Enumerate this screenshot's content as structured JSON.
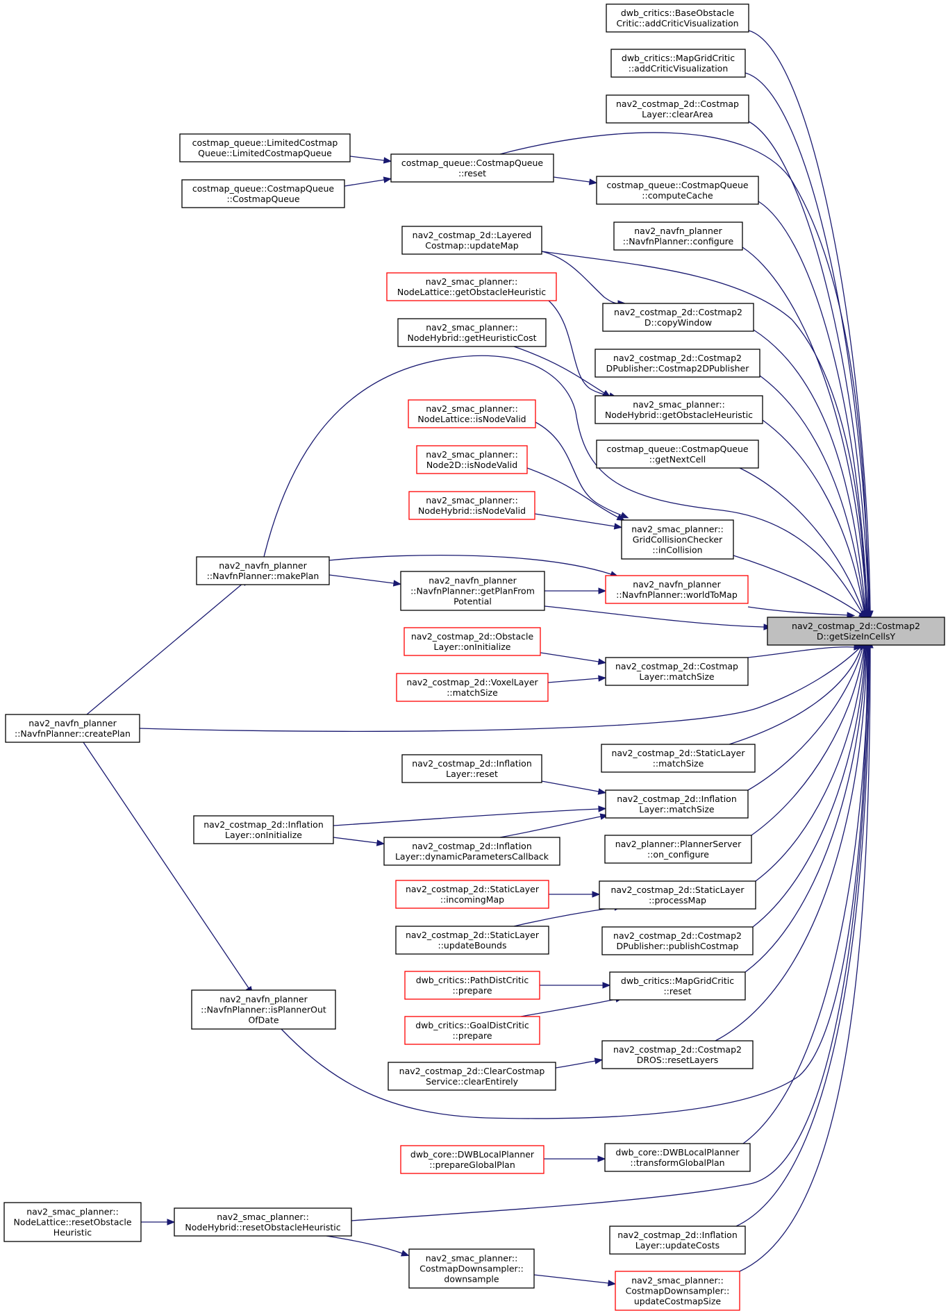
{
  "colors": {
    "edge": "#191970",
    "border_normal": "#000000",
    "border_truncated": "#ff0000",
    "target_fill": "#bfbfbf"
  },
  "nodes": [
    {
      "id": "target",
      "lines": [
        "nav2_costmap_2d::Costmap2",
        "D::getSizeInCellsY"
      ],
      "style": "target"
    },
    {
      "id": "n_base_obstacle",
      "lines": [
        "dwb_critics::BaseObstacle",
        "Critic::addCriticVisualization"
      ],
      "style": "normal"
    },
    {
      "id": "n_mapgrid_addviz",
      "lines": [
        "dwb_critics::MapGridCritic",
        "::addCriticVisualization"
      ],
      "style": "normal"
    },
    {
      "id": "n_cl_cleararea",
      "lines": [
        "nav2_costmap_2d::Costmap",
        "Layer::clearArea"
      ],
      "style": "normal"
    },
    {
      "id": "n_cq_computecache",
      "lines": [
        "costmap_queue::CostmapQueue",
        "::computeCache"
      ],
      "style": "normal"
    },
    {
      "id": "n_navfn_configure",
      "lines": [
        "nav2_navfn_planner",
        "::NavfnPlanner::configure"
      ],
      "style": "normal"
    },
    {
      "id": "n_copywindow",
      "lines": [
        "nav2_costmap_2d::Costmap2",
        "D::copyWindow"
      ],
      "style": "normal"
    },
    {
      "id": "n_c2dpublisher",
      "lines": [
        "nav2_costmap_2d::Costmap2",
        "DPublisher::Costmap2DPublisher"
      ],
      "style": "normal"
    },
    {
      "id": "n_nh_getobsheur",
      "lines": [
        "nav2_smac_planner::",
        "NodeHybrid::getObstacleHeuristic"
      ],
      "style": "normal"
    },
    {
      "id": "n_cq_getnextcell",
      "lines": [
        "costmap_queue::CostmapQueue",
        "::getNextCell"
      ],
      "style": "normal"
    },
    {
      "id": "n_gcc_incollision",
      "lines": [
        "nav2_smac_planner::",
        "GridCollisionChecker",
        "::inCollision"
      ],
      "style": "normal"
    },
    {
      "id": "n_worldtomap",
      "lines": [
        "nav2_navfn_planner",
        "::NavfnPlanner::worldToMap"
      ],
      "style": "truncated"
    },
    {
      "id": "n_cl_matchsize",
      "lines": [
        "nav2_costmap_2d::Costmap",
        "Layer::matchSize"
      ],
      "style": "normal"
    },
    {
      "id": "n_sl_matchsize",
      "lines": [
        "nav2_costmap_2d::StaticLayer",
        "::matchSize"
      ],
      "style": "normal"
    },
    {
      "id": "n_il_matchsize",
      "lines": [
        "nav2_costmap_2d::Inflation",
        "Layer::matchSize"
      ],
      "style": "normal"
    },
    {
      "id": "n_ps_onconfigure",
      "lines": [
        "nav2_planner::PlannerServer",
        "::on_configure"
      ],
      "style": "normal"
    },
    {
      "id": "n_sl_processmap",
      "lines": [
        "nav2_costmap_2d::StaticLayer",
        "::processMap"
      ],
      "style": "normal"
    },
    {
      "id": "n_c2dp_publish",
      "lines": [
        "nav2_costmap_2d::Costmap2",
        "DPublisher::publishCostmap"
      ],
      "style": "normal"
    },
    {
      "id": "n_mgc_reset",
      "lines": [
        "dwb_critics::MapGridCritic",
        "::reset"
      ],
      "style": "normal"
    },
    {
      "id": "n_c2dros_resetlayers",
      "lines": [
        "nav2_costmap_2d::Costmap2",
        "DROS::resetLayers"
      ],
      "style": "normal"
    },
    {
      "id": "n_dwb_transform",
      "lines": [
        "dwb_core::DWBLocalPlanner",
        "::transformGlobalPlan"
      ],
      "style": "normal"
    },
    {
      "id": "n_il_updatecosts",
      "lines": [
        "nav2_costmap_2d::Inflation",
        "Layer::updateCosts"
      ],
      "style": "normal"
    },
    {
      "id": "n_cd_updatecostmapsize",
      "lines": [
        "nav2_smac_planner::",
        "CostmapDownsampler::",
        "updateCostmapSize"
      ],
      "style": "truncated"
    },
    {
      "id": "n_cq_reset",
      "lines": [
        "costmap_queue::CostmapQueue",
        "::reset"
      ],
      "style": "normal"
    },
    {
      "id": "n_lcq_ctor",
      "lines": [
        "costmap_queue::LimitedCostmap",
        "Queue::LimitedCostmapQueue"
      ],
      "style": "normal"
    },
    {
      "id": "n_cq_ctor",
      "lines": [
        "costmap_queue::CostmapQueue",
        "::CostmapQueue"
      ],
      "style": "normal"
    },
    {
      "id": "n_lc_updatemap",
      "lines": [
        "nav2_costmap_2d::Layered",
        "Costmap::updateMap"
      ],
      "style": "normal"
    },
    {
      "id": "n_nl_getobsheur",
      "lines": [
        "nav2_smac_planner::",
        "NodeLattice::getObstacleHeuristic"
      ],
      "style": "truncated"
    },
    {
      "id": "n_nh_getheurcost",
      "lines": [
        "nav2_smac_planner::",
        "NodeHybrid::getHeuristicCost"
      ],
      "style": "normal"
    },
    {
      "id": "n_nl_isnodevalid",
      "lines": [
        "nav2_smac_planner::",
        "NodeLattice::isNodeValid"
      ],
      "style": "truncated"
    },
    {
      "id": "n_n2d_isnodevalid",
      "lines": [
        "nav2_smac_planner::",
        "Node2D::isNodeValid"
      ],
      "style": "truncated"
    },
    {
      "id": "n_nh_isnodevalid",
      "lines": [
        "nav2_smac_planner::",
        "NodeHybrid::isNodeValid"
      ],
      "style": "truncated"
    },
    {
      "id": "n_makeplan",
      "lines": [
        "nav2_navfn_planner",
        "::NavfnPlanner::makePlan"
      ],
      "style": "normal"
    },
    {
      "id": "n_getplanfrompotential",
      "lines": [
        "nav2_navfn_planner",
        "::NavfnPlanner::getPlanFrom",
        "Potential"
      ],
      "style": "normal"
    },
    {
      "id": "n_ol_oninitialize",
      "lines": [
        "nav2_costmap_2d::Obstacle",
        "Layer::onInitialize"
      ],
      "style": "truncated"
    },
    {
      "id": "n_vl_matchsize",
      "lines": [
        "nav2_costmap_2d::VoxelLayer",
        "::matchSize"
      ],
      "style": "truncated"
    },
    {
      "id": "n_createplan",
      "lines": [
        "nav2_navfn_planner",
        "::NavfnPlanner::createPlan"
      ],
      "style": "normal"
    },
    {
      "id": "n_il_reset",
      "lines": [
        "nav2_costmap_2d::Inflation",
        "Layer::reset"
      ],
      "style": "normal"
    },
    {
      "id": "n_il_oninitialize",
      "lines": [
        "nav2_costmap_2d::Inflation",
        "Layer::onInitialize"
      ],
      "style": "normal"
    },
    {
      "id": "n_il_dynparams",
      "lines": [
        "nav2_costmap_2d::Inflation",
        "Layer::dynamicParametersCallback"
      ],
      "style": "normal"
    },
    {
      "id": "n_sl_incomingmap",
      "lines": [
        "nav2_costmap_2d::StaticLayer",
        "::incomingMap"
      ],
      "style": "truncated"
    },
    {
      "id": "n_sl_updatebounds",
      "lines": [
        "nav2_costmap_2d::StaticLayer",
        "::updateBounds"
      ],
      "style": "normal"
    },
    {
      "id": "n_pdc_prepare",
      "lines": [
        "dwb_critics::PathDistCritic",
        "::prepare"
      ],
      "style": "truncated"
    },
    {
      "id": "n_gdc_prepare",
      "lines": [
        "dwb_critics::GoalDistCritic",
        "::prepare"
      ],
      "style": "truncated"
    },
    {
      "id": "n_isplanneroutofdate",
      "lines": [
        "nav2_navfn_planner",
        "::NavfnPlanner::isPlannerOut",
        "OfDate"
      ],
      "style": "normal"
    },
    {
      "id": "n_ccs_clearentirely",
      "lines": [
        "nav2_costmap_2d::ClearCostmap",
        "Service::clearEntirely"
      ],
      "style": "normal"
    },
    {
      "id": "n_dwb_prepareglobal",
      "lines": [
        "dwb_core::DWBLocalPlanner",
        "::prepareGlobalPlan"
      ],
      "style": "truncated"
    },
    {
      "id": "n_nl_resetobsheur",
      "lines": [
        "nav2_smac_planner::",
        "NodeLattice::resetObstacle",
        "Heuristic"
      ],
      "style": "normal"
    },
    {
      "id": "n_nh_resetobsheur",
      "lines": [
        "nav2_smac_planner::",
        "NodeHybrid::resetObstacleHeuristic"
      ],
      "style": "normal"
    },
    {
      "id": "n_cd_downsample",
      "lines": [
        "nav2_smac_planner::",
        "CostmapDownsampler::",
        "downsample"
      ],
      "style": "normal"
    }
  ],
  "edges": [
    [
      "n_base_obstacle",
      "target"
    ],
    [
      "n_mapgrid_addviz",
      "target"
    ],
    [
      "n_cl_cleararea",
      "target"
    ],
    [
      "n_cq_computecache",
      "target"
    ],
    [
      "n_navfn_configure",
      "target"
    ],
    [
      "n_copywindow",
      "target"
    ],
    [
      "n_c2dpublisher",
      "target"
    ],
    [
      "n_nh_getobsheur",
      "target"
    ],
    [
      "n_cq_getnextcell",
      "target"
    ],
    [
      "n_gcc_incollision",
      "target"
    ],
    [
      "n_worldtomap",
      "target"
    ],
    [
      "n_cl_matchsize",
      "target"
    ],
    [
      "n_sl_matchsize",
      "target"
    ],
    [
      "n_il_matchsize",
      "target"
    ],
    [
      "n_ps_onconfigure",
      "target"
    ],
    [
      "n_sl_processmap",
      "target"
    ],
    [
      "n_c2dp_publish",
      "target"
    ],
    [
      "n_mgc_reset",
      "target"
    ],
    [
      "n_c2dros_resetlayers",
      "target"
    ],
    [
      "n_dwb_transform",
      "target"
    ],
    [
      "n_il_updatecosts",
      "target"
    ],
    [
      "n_cd_updatecostmapsize",
      "target"
    ],
    [
      "n_cq_reset",
      "target"
    ],
    [
      "n_lc_updatemap",
      "target"
    ],
    [
      "n_makeplan",
      "target"
    ],
    [
      "n_getplanfrompotential",
      "target"
    ],
    [
      "n_createplan",
      "target"
    ],
    [
      "n_isplanneroutofdate",
      "target"
    ],
    [
      "n_nh_resetobsheur",
      "target"
    ],
    [
      "n_lcq_ctor",
      "n_cq_reset"
    ],
    [
      "n_cq_ctor",
      "n_cq_reset"
    ],
    [
      "n_cq_reset",
      "n_cq_computecache"
    ],
    [
      "n_lc_updatemap",
      "n_copywindow"
    ],
    [
      "n_nl_getobsheur",
      "n_nh_getobsheur"
    ],
    [
      "n_nh_getheurcost",
      "n_nh_getobsheur"
    ],
    [
      "n_nl_isnodevalid",
      "n_gcc_incollision"
    ],
    [
      "n_n2d_isnodevalid",
      "n_gcc_incollision"
    ],
    [
      "n_nh_isnodevalid",
      "n_gcc_incollision"
    ],
    [
      "n_makeplan",
      "n_worldtomap"
    ],
    [
      "n_makeplan",
      "n_getplanfrompotential"
    ],
    [
      "n_getplanfrompotential",
      "n_worldtomap"
    ],
    [
      "n_ol_oninitialize",
      "n_cl_matchsize"
    ],
    [
      "n_vl_matchsize",
      "n_cl_matchsize"
    ],
    [
      "n_createplan",
      "n_makeplan"
    ],
    [
      "n_createplan",
      "n_isplanneroutofdate"
    ],
    [
      "n_il_reset",
      "n_il_matchsize"
    ],
    [
      "n_il_oninitialize",
      "n_il_matchsize"
    ],
    [
      "n_il_oninitialize",
      "n_il_dynparams"
    ],
    [
      "n_il_dynparams",
      "n_il_matchsize"
    ],
    [
      "n_sl_incomingmap",
      "n_sl_processmap"
    ],
    [
      "n_sl_updatebounds",
      "n_sl_processmap"
    ],
    [
      "n_pdc_prepare",
      "n_mgc_reset"
    ],
    [
      "n_gdc_prepare",
      "n_mgc_reset"
    ],
    [
      "n_ccs_clearentirely",
      "n_c2dros_resetlayers"
    ],
    [
      "n_dwb_prepareglobal",
      "n_dwb_transform"
    ],
    [
      "n_nl_resetobsheur",
      "n_nh_resetobsheur"
    ],
    [
      "n_nh_resetobsheur",
      "n_cd_downsample"
    ],
    [
      "n_cd_downsample",
      "n_cd_updatecostmapsize"
    ]
  ]
}
